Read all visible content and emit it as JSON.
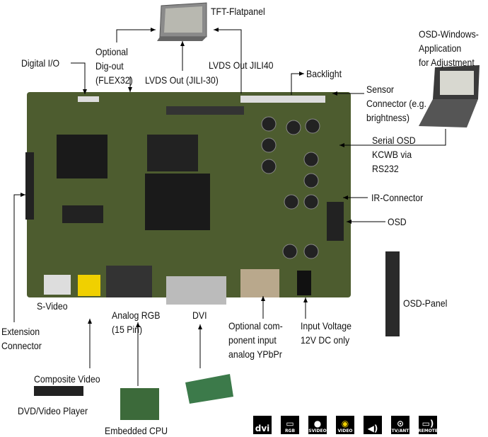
{
  "labels": {
    "tft": "TFT-Flatpanel",
    "osd_app": [
      "OSD-Windows-",
      "Application",
      "for Adjustment"
    ],
    "digital_io": "Digital I/O",
    "dig_out": [
      "Optional",
      "Dig-out",
      "(FLEX32)"
    ],
    "lvds30": "LVDS Out (JILI-30)",
    "lvds40": "LVDS Out JILI40",
    "backlight": "Backlight",
    "sensor": [
      "Sensor",
      "Connector (e.g.",
      "brightness)"
    ],
    "serial_osd": [
      "Serial OSD",
      "KCWB via",
      "RS232"
    ],
    "ir": "IR-Connector",
    "osd": "OSD",
    "osd_panel": "OSD-Panel",
    "svideo": "S-Video",
    "analog_rgb": [
      "Analog RGB",
      "(15 Pin)"
    ],
    "dvi": "DVI",
    "component": [
      "Optional com-",
      "ponent input",
      "analog YPbPr"
    ],
    "input_voltage": [
      "Input Voltage",
      "12V DC only"
    ],
    "extension": [
      "Extension",
      "Connector"
    ],
    "composite": "Composite Video",
    "dvd": "DVD/Video Player",
    "cpu": "Embedded CPU"
  },
  "feature_icons": [
    {
      "icon": "dvi-icon",
      "label": "dvi"
    },
    {
      "icon": "rgb-icon",
      "label": "RGB"
    },
    {
      "icon": "svideo-icon",
      "label": "SVIDEO"
    },
    {
      "icon": "video-icon",
      "label": "VIDEO"
    },
    {
      "icon": "audio-icon",
      "label": ""
    },
    {
      "icon": "tv-antenna-icon",
      "label": "TV/ANT"
    },
    {
      "icon": "remote-icon",
      "label": "REMOTE"
    }
  ],
  "colors": {
    "board": "#4d5c2f",
    "heatsink": "#1a1a1a",
    "arrow": "#000000",
    "video_yellow": "#f0d000"
  }
}
